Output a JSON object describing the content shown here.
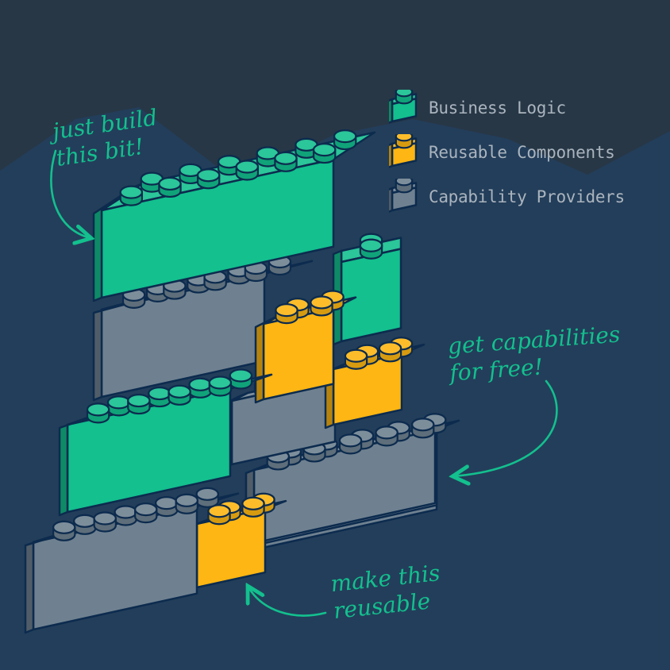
{
  "colors": {
    "background": "#273746",
    "background_hill": "#233e5a",
    "business_logic": "#13c08e",
    "reusable_components": "#fdb613",
    "capability_providers": "#6f8190",
    "outline": "#0c2b4e",
    "annotation": "#13c08e",
    "legend_text": "#aab4be"
  },
  "legend": {
    "items": [
      {
        "label": "Business Logic",
        "color": "#13c08e",
        "icon": "brick-icon"
      },
      {
        "label": "Reusable Components",
        "color": "#fdb613",
        "icon": "brick-icon"
      },
      {
        "label": "Capability Providers",
        "color": "#6f8190",
        "icon": "brick-icon"
      }
    ]
  },
  "annotations": {
    "build": "just build\nthis bit!",
    "free": "get capabilities\nfor free!",
    "reuse": "make this\nreusable"
  }
}
